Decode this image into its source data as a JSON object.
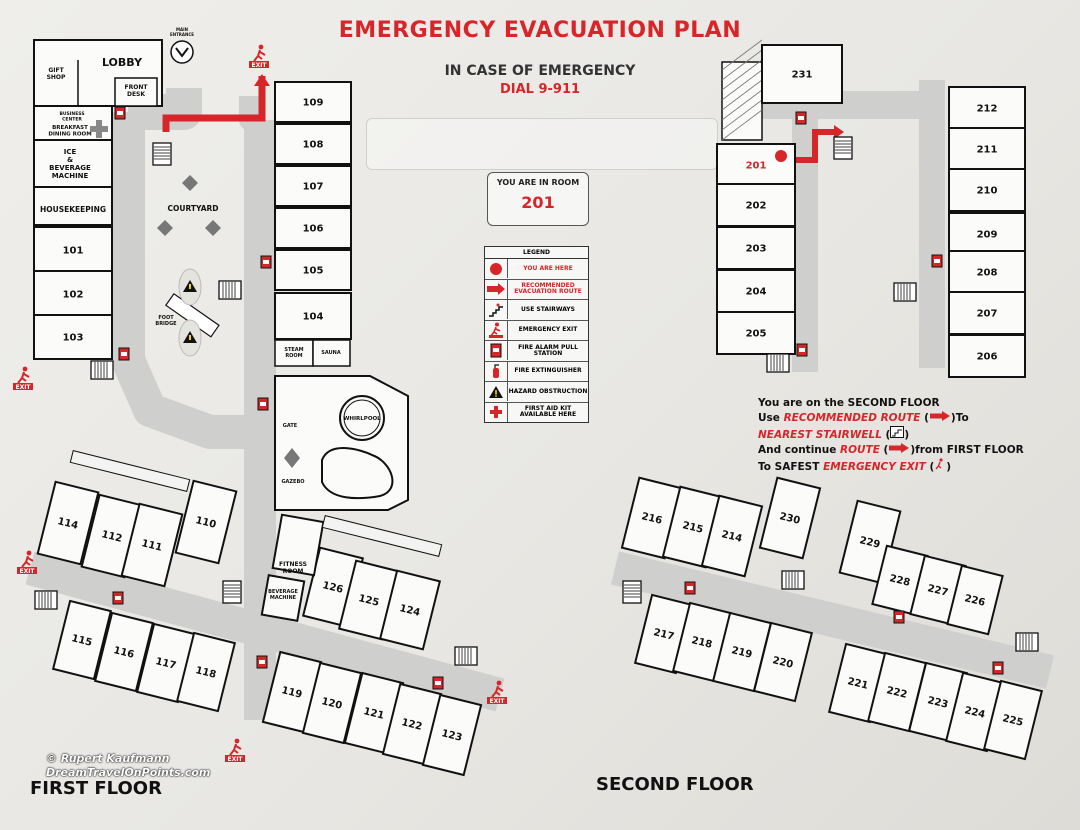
{
  "header": {
    "title": "EMERGENCY EVACUATION PLAN",
    "line1": "IN CASE OF EMERGENCY",
    "line2": "DIAL 9-911"
  },
  "you_are_in": {
    "label": "YOU ARE IN ROOM",
    "room": "201"
  },
  "legend": {
    "title": "LEGEND",
    "items": [
      {
        "icon": "red-dot-icon",
        "label": "YOU ARE HERE"
      },
      {
        "icon": "red-arrow-icon",
        "label": "RECOMMENDED EVACUATION ROUTE"
      },
      {
        "icon": "stairs-icon",
        "label": "USE STAIRWAYS"
      },
      {
        "icon": "exit-icon",
        "label": "EMERGENCY EXIT"
      },
      {
        "icon": "fire-alarm-icon",
        "label": "FIRE ALARM PULL STATION"
      },
      {
        "icon": "fire-extinguisher-icon",
        "label": "FIRE EXTINGUISHER"
      },
      {
        "icon": "hazard-icon",
        "label": "HAZARD OBSTRUCTION"
      },
      {
        "icon": "first-aid-icon",
        "label": "FIRST AID KIT AVAILABLE HERE"
      }
    ]
  },
  "instructions": {
    "l1a": "You are on the ",
    "l1b": "SECOND FLOOR",
    "l2a": "Use ",
    "l2b": "RECOMMENDED ROUTE",
    "l2c": " (",
    "l2d": ")To",
    "l3a": "NEAREST STAIRWELL",
    "l3b": " (",
    "l3c": ")",
    "l4a": "And continue ",
    "l4b": "ROUTE",
    "l4c": " (",
    "l4d": ")from ",
    "l4e": "FIRST FLOOR",
    "l5a": "To SAFEST ",
    "l5b": "EMERGENCY EXIT",
    "l5c": " (",
    "l5d": ")"
  },
  "labels": {
    "first_floor": "FIRST FLOOR",
    "second_floor": "SECOND FLOOR",
    "credit1": "© Rupert Kaufmann",
    "credit2": "DreamTravelOnPoints.com",
    "exit": "EXIT",
    "main_entrance": "MAIN ENTRANCE"
  },
  "first_floor": {
    "areas": [
      "LOBBY",
      "GIFT SHOP",
      "FRONT DESK",
      "BUSINESS CENTER",
      "BREAKFAST DINING ROOM",
      "ICE & BEVERAGE MACHINE",
      "HOUSEKEEPING",
      "COURTYARD",
      "FOOT BRIDGE",
      "STEAM ROOM",
      "SAUNA",
      "WHIRLPOOL",
      "GATE",
      "GAZEBO",
      "FITNESS ROOM",
      "BEVERAGE MACHINE"
    ],
    "rooms": [
      "101",
      "102",
      "103",
      "104",
      "105",
      "106",
      "107",
      "108",
      "109",
      "110",
      "111",
      "112",
      "114",
      "115",
      "116",
      "117",
      "118",
      "119",
      "120",
      "121",
      "122",
      "123",
      "124",
      "125",
      "126"
    ]
  },
  "second_floor": {
    "rooms": [
      "201",
      "202",
      "203",
      "204",
      "205",
      "206",
      "207",
      "208",
      "209",
      "210",
      "211",
      "212",
      "214",
      "215",
      "216",
      "217",
      "218",
      "219",
      "220",
      "221",
      "222",
      "223",
      "224",
      "225",
      "226",
      "227",
      "228",
      "229",
      "230",
      "231"
    ]
  },
  "colors": {
    "accent": "#d6262a",
    "corridor": "#cfcfcd",
    "ink": "#111111",
    "paper": "#efeeea"
  }
}
